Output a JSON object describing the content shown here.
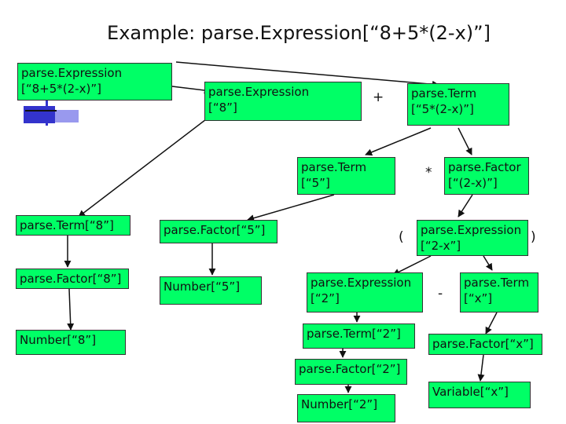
{
  "title": "Example: parse.Expression[“8+5*(2-x)”]",
  "colors": {
    "node_fill": "#00ff66",
    "node_border": "#333333",
    "deco_blue": "#3333cc",
    "deco_light": "#9999ee"
  },
  "nodes": {
    "root": "parse.Expression\n[“8+5*(2-x)”]",
    "expr8": "parse.Expression\n[“8”]",
    "term5x": "parse.Term\n[“5*(2-x)”]",
    "term5": "parse.Term\n[“5”]",
    "factor2x": "parse.Factor\n[“(2-x)”]",
    "term8": "parse.Term[“8”]",
    "factor5": "parse.Factor[“5”]",
    "expr2x": "parse.Expression\n[“2-x”]",
    "factor8": "parse.Factor[“8”]",
    "number5": "Number[“5”]",
    "expr2": "parse.Expression\n[“2”]",
    "termx": "parse.Term\n[“x”]",
    "number8": "Number[“8”]",
    "term2": "parse.Term[“2”]",
    "factorx": "parse.Factor[“x”]",
    "factor2": "parse.Factor[“2”]",
    "variablex": "Variable[“x”]",
    "number2": "Number[“2”]"
  },
  "operators": {
    "plus": "+",
    "star": "*",
    "lparen": "(",
    "rparen": ")",
    "minus": "-"
  }
}
